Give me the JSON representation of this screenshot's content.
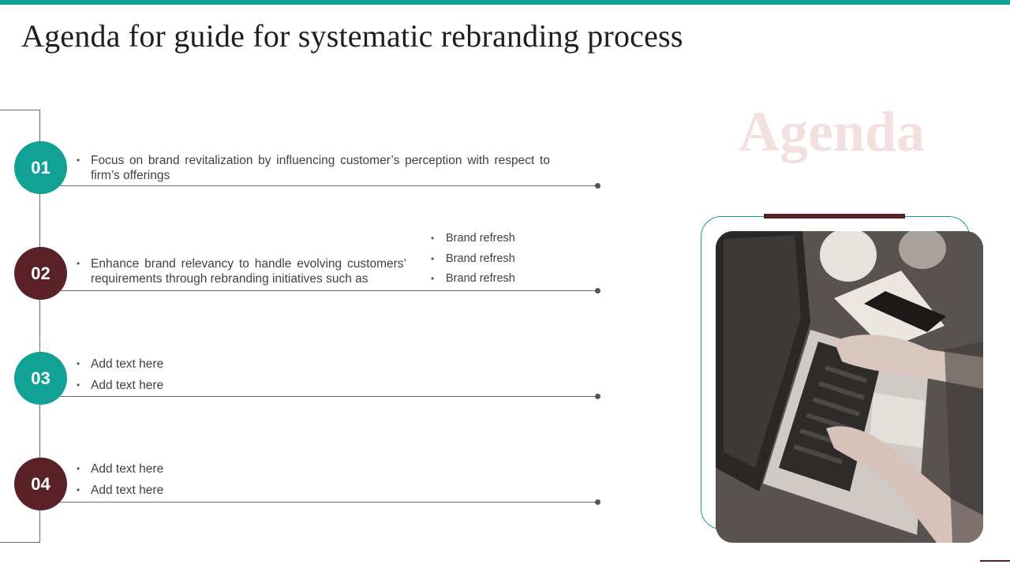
{
  "slide": {
    "title": "Agenda for guide for systematic rebranding process",
    "watermark": "Agenda"
  },
  "agenda": {
    "items": [
      {
        "number": "01",
        "color": "#11a295",
        "bullets": [
          "Focus on brand revitalization by influencing customer’s perception with respect to firm’s offerings"
        ]
      },
      {
        "number": "02",
        "color": "#5a2127",
        "bullets": [
          "Enhance brand relevancy to handle evolving customers’ requirements through rebranding initiatives such as"
        ],
        "sub_bullets": [
          "Brand refresh",
          "Brand refresh",
          "Brand refresh"
        ]
      },
      {
        "number": "03",
        "color": "#11a295",
        "bullets": [
          "Add text here",
          "Add text here"
        ]
      },
      {
        "number": "04",
        "color": "#5a2127",
        "bullets": [
          "Add text here",
          "Add text here"
        ]
      }
    ]
  },
  "image": {
    "subject": "hands-typing-on-laptop-photo"
  },
  "colors": {
    "accent_teal": "#11a295",
    "accent_maroon": "#5a2127",
    "watermark": "#f4dfdf"
  }
}
